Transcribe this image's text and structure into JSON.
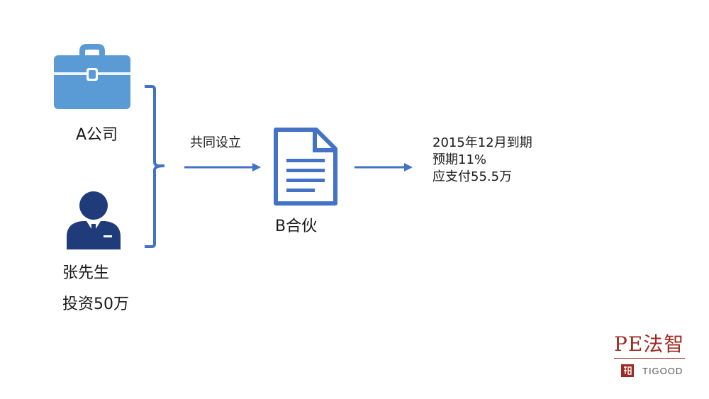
{
  "nodes": {
    "company_a": {
      "label": "A公司"
    },
    "person": {
      "name": "张先生",
      "investment": "投资50万"
    },
    "partnership": {
      "label": "B合伙"
    }
  },
  "edges": {
    "establish": {
      "label": "共同设立"
    }
  },
  "result": {
    "lines": [
      "2015年12月到期",
      "预期11%",
      "应支付55.5万"
    ]
  },
  "logo": {
    "main": "PE法智",
    "sub": "TIGOOD",
    "color": "#9e2a22"
  },
  "colors": {
    "accent": "#4472c4",
    "briefcase": "#5b9bd5",
    "person": "#1f3b7a",
    "doc": "#4472c4"
  }
}
